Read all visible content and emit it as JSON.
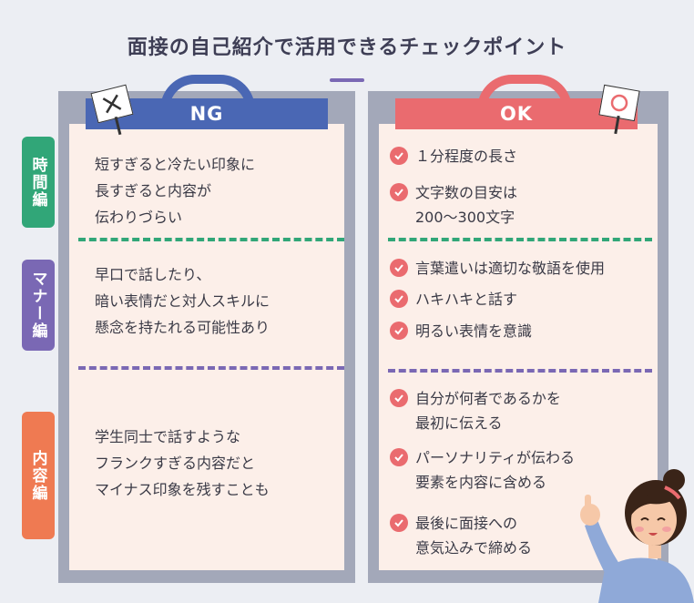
{
  "title": "面接の自己紹介で活用できるチェックポイント",
  "colors": {
    "ng": "#4a67b4",
    "ok": "#ea6b6f",
    "time": "#31a678",
    "manner": "#7a68b4",
    "content": "#ef7a52"
  },
  "ng": {
    "label": "NG",
    "sign_icon": "x-sign-icon",
    "items": [
      "短すぎると冷たい印象に\n長すぎると内容が\n伝わりづらい",
      "早口で話したり、\n暗い表情だと対人スキルに\n懸念を持たれる可能性あり",
      "学生同士で話すような\nフランクすぎる内容だと\nマイナス印象を残すことも"
    ]
  },
  "ok": {
    "label": "OK",
    "sign_icon": "circle-sign-icon",
    "items": [
      "１分程度の長さ",
      "文字数の目安は\n200～300文字",
      "言葉遣いは適切な敬語を使用",
      "ハキハキと話す",
      "明るい表情を意識",
      "自分が何者であるかを\n最初に伝える",
      "パーソナリティが伝わる\n要素を内容に含める",
      "最後に面接への\n意気込みで締める"
    ]
  },
  "sections": {
    "time": "時間編",
    "manner": "マナー編",
    "content": "内容編"
  }
}
